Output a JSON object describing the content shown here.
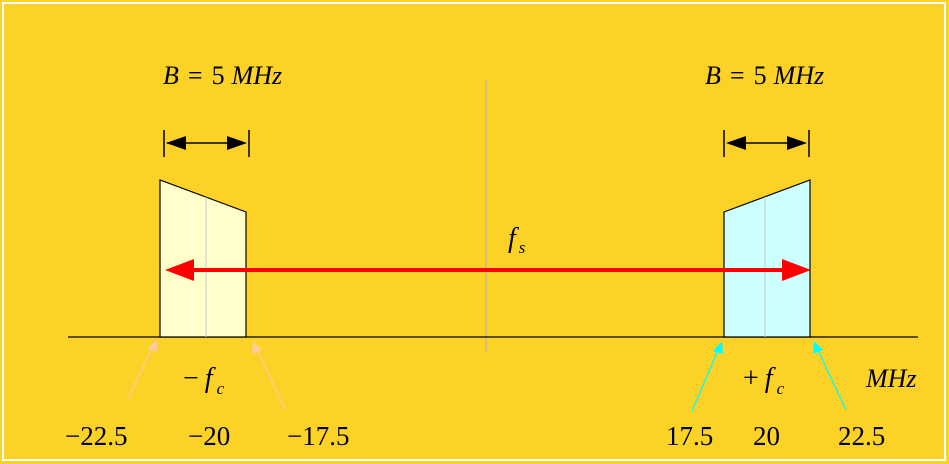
{
  "colors": {
    "background": "#fcd226",
    "frame": "#ffffff",
    "left_band_fill": "#ffffcc",
    "right_band_fill": "#ccffff",
    "sampling_arrow": "#ff0000",
    "left_pointer": "#ffcc99",
    "right_pointer": "#00ffff",
    "axis": "#000000",
    "center_line": "#b3b3b3"
  },
  "labels": {
    "bandwidth_left": {
      "var": "B",
      "eq": "=",
      "value": "5",
      "unit": "MHz"
    },
    "bandwidth_right": {
      "var": "B",
      "eq": "=",
      "value": "5",
      "unit": "MHz"
    },
    "sampling": {
      "var": "f",
      "sub": "s"
    },
    "neg_carrier": {
      "sign": "−",
      "var": "f",
      "sub": "c"
    },
    "pos_carrier": {
      "sign": "+",
      "var": "f",
      "sub": "c"
    },
    "axis_unit": "MHz",
    "ticks": {
      "n22_5": "−22.5",
      "n20": "−20",
      "n17_5": "−17.5",
      "p17_5": "17.5",
      "p20": "20",
      "p22_5": "22.5"
    }
  }
}
